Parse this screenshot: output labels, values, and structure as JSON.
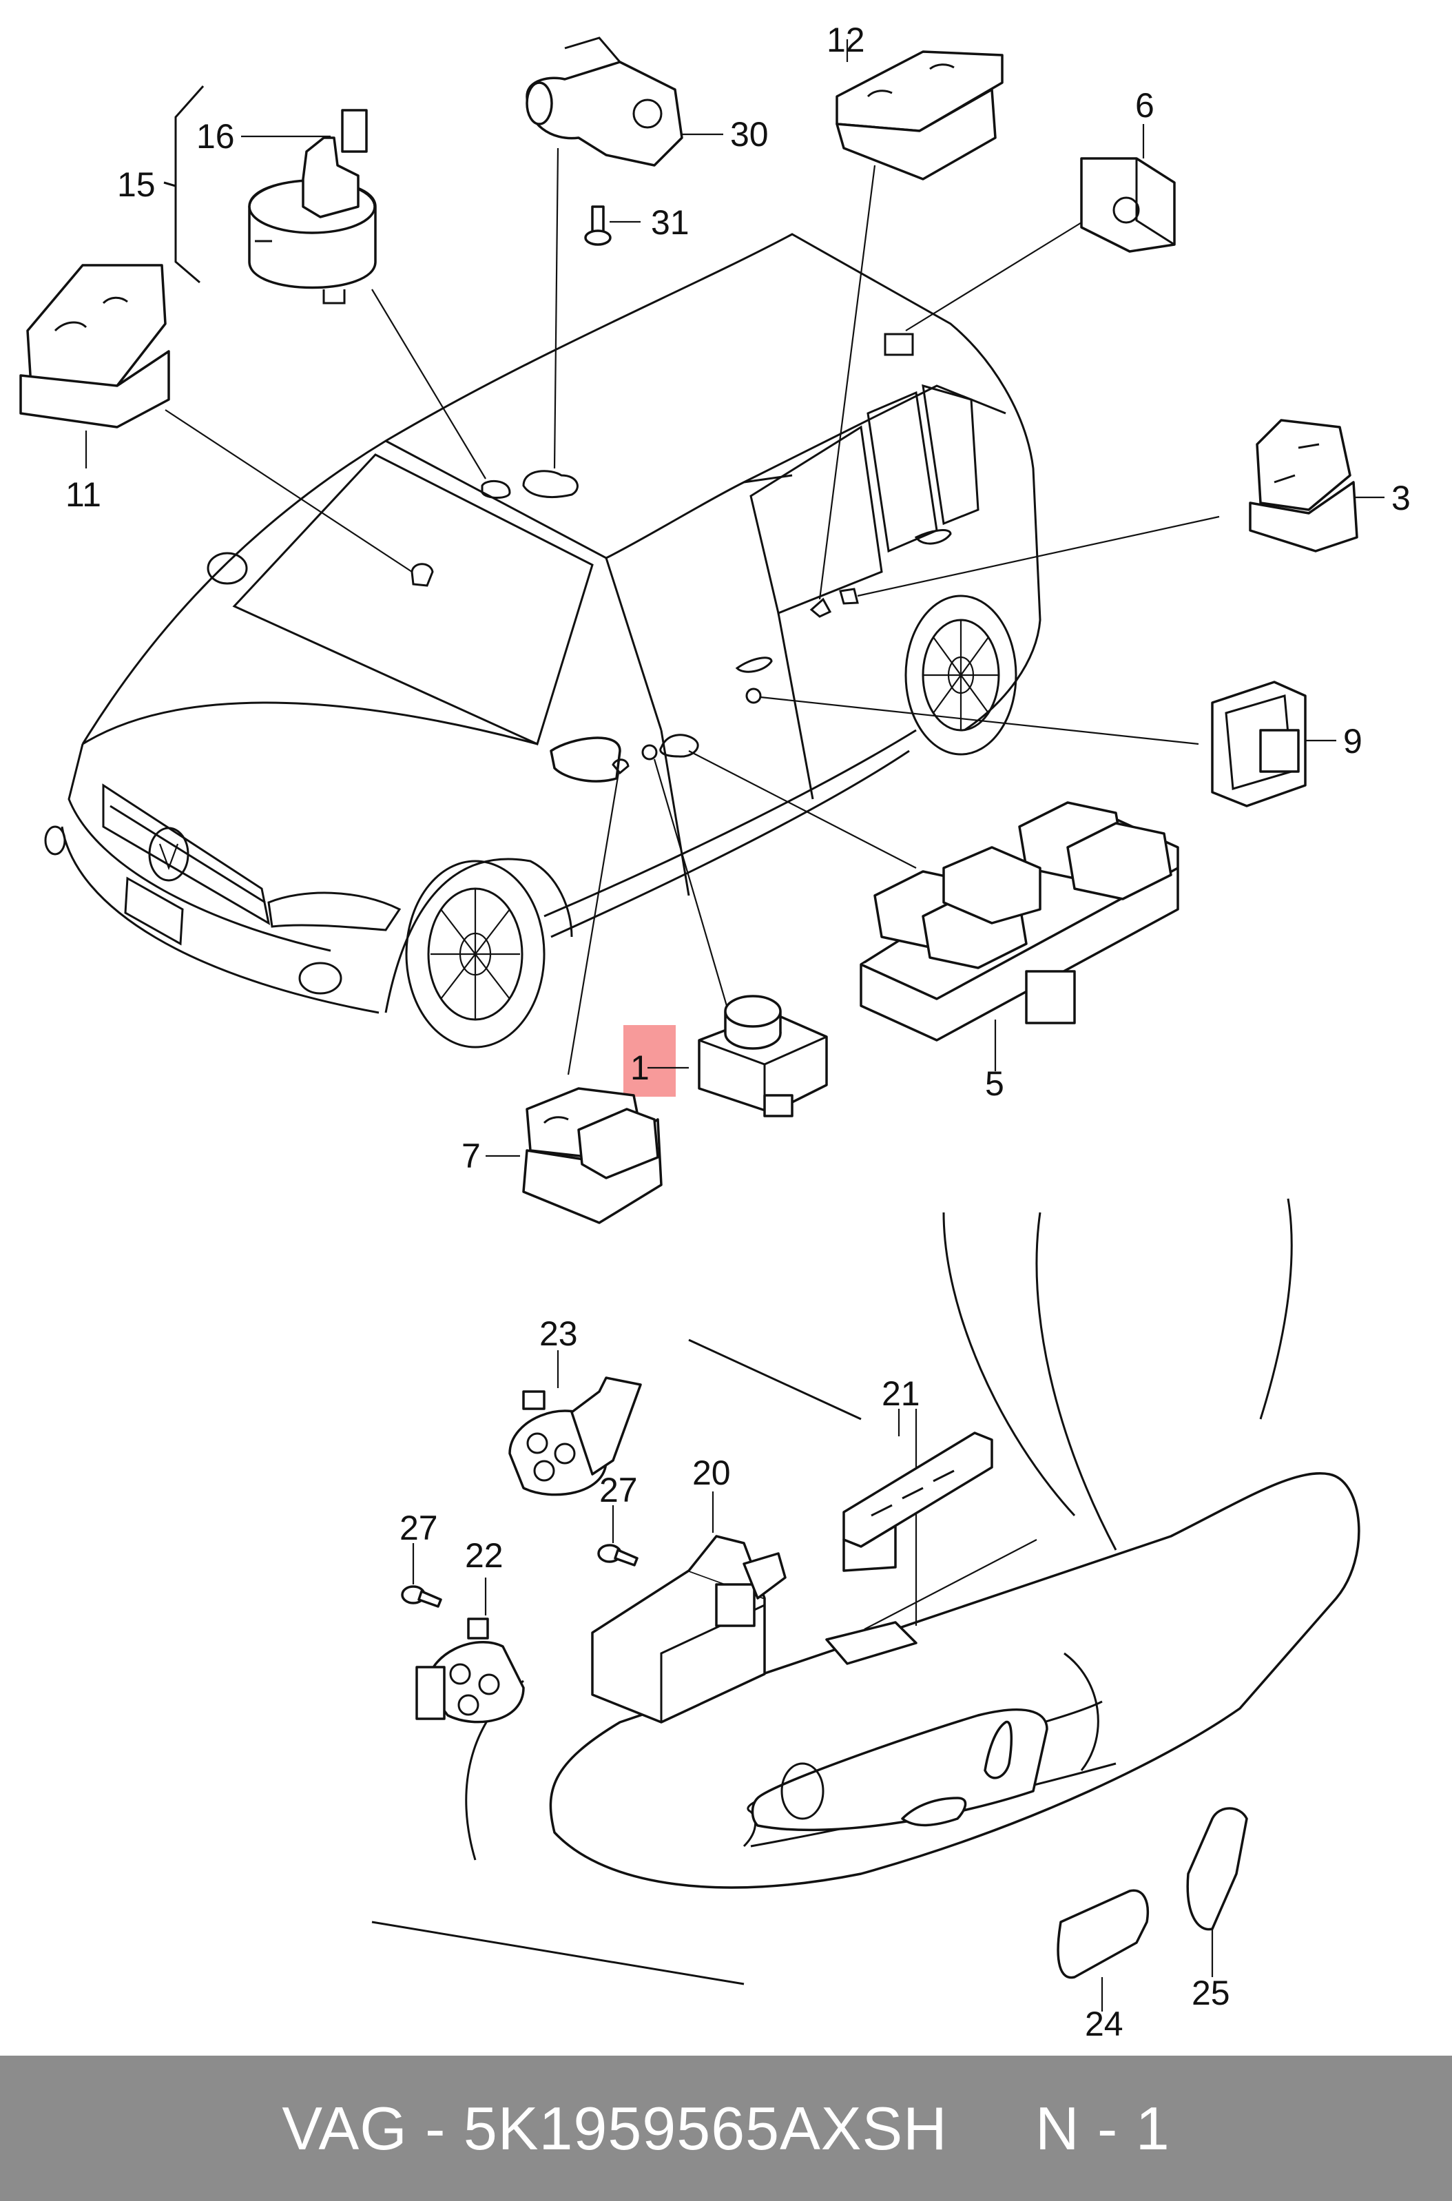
{
  "labels": {
    "p1": "1",
    "p3": "3",
    "p5": "5",
    "p6": "6",
    "p7": "7",
    "p9": "9",
    "p11": "11",
    "p12": "12",
    "p15": "15",
    "p16": "16",
    "p20": "20",
    "p21": "21",
    "p22": "22",
    "p23": "23",
    "p24": "24",
    "p25": "25",
    "p27a": "27",
    "p27b": "27",
    "p30": "30",
    "p31": "31"
  },
  "footer": {
    "brand": "VAG",
    "part_number": "5K1959565AXSH",
    "position": "N - 1"
  },
  "colors": {
    "highlight": "#f79a9a",
    "footer_bg": "#8c8c8c",
    "footer_text": "#ffffff"
  }
}
